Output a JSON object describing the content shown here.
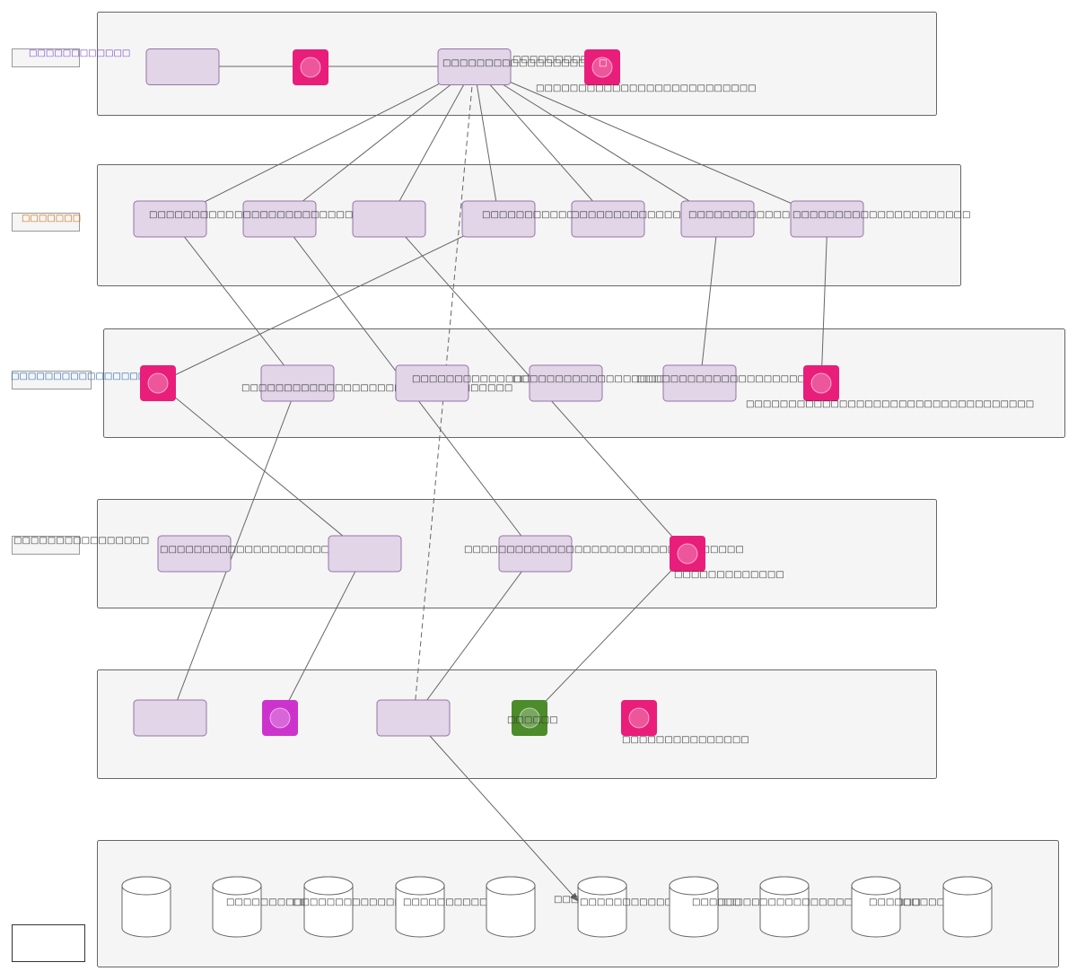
{
  "colors": {
    "pink": "#e91e7a",
    "magenta": "#cc33cc",
    "green": "#4c8c2b",
    "node_fill": "#e1d5e7",
    "node_stroke": "#9673a6",
    "layer_fill": "#f5f5f5"
  },
  "layers": [
    {
      "id": "layer-1",
      "label": "□□□□□□□□□□□□",
      "label_color": "#7744cc"
    },
    {
      "id": "layer-2",
      "label": "□□□□□□□",
      "label_color": "#cc6600"
    },
    {
      "id": "layer-3",
      "label": "□□□□□□□□□□□□□□□□□",
      "label_color": "#2266aa"
    },
    {
      "id": "layer-4",
      "label": "□□□□□□□□□□□□□□□□",
      "label_color": "#333333"
    },
    {
      "id": "layer-5",
      "label": ""
    },
    {
      "id": "layer-6",
      "label": ""
    }
  ],
  "nodes": {
    "l1_box1": "",
    "l1_box2": "□□□□□□□□□□□□□□□□□□",
    "l1_box2_side": "□□□□□□□□□□□□",
    "l1_icon2_glyph": "□",
    "l1_icon2_caption": "□□□□□□□□□□□□□□□□□□□□□□□□□□",
    "l2": [
      "□□□□□□□□□□",
      "□□□□□□□□□□□□□□□□",
      "",
      "□□□□□□□□□□□□□",
      "□□□□□□□□□□□□□□□□□□□□□",
      "□□□□□□□□□□□□□□□□",
      "□□□□□□□□□□□□□□□□□□□□□"
    ],
    "l3_box1": "□□□□□□□□□□□□□□□□□□□□□□□□□□□□□□□□",
    "l3_box2": "□□□□□□□□□□□□□□□",
    "l3_box3": "□□□□□□□□□□□□□□□□□□□□□□□□□□",
    "l3_box4": "□□□□□□□□□□□□□□□□□□□□□□□□",
    "l3_icon2_caption": "□□□□□□□□□□□□□□□□□□□□□□□□□□□□□□□□□□",
    "l4_box1": "□□□□□□□□□□□□□□□□□□□□",
    "l4_box2": "",
    "l4_box3": "□□□□□□□□□□□□□□□□□□□□□□□□□□□□□□□□□",
    "l4_icon_caption": "□□□□□□□□□□□□□",
    "l5_box1": "",
    "l5_box2": "",
    "l5_green_label": "□□□□□□",
    "l5_pink_caption": "□□□□□□□□□□□□□□□",
    "db": [
      "",
      "□□□□□□□□□□□□",
      "□□□□□□□□□□□□□□",
      "□□□□□□□□□□□□□□□",
      "",
      "□□□□□□□□□□□□□□□□□□□",
      "□□□□□□□□",
      "□□□□□□□□□□□□□□□□□□□",
      "□□□□□□□□□□□",
      ""
    ],
    "db_extra": "□□□"
  }
}
